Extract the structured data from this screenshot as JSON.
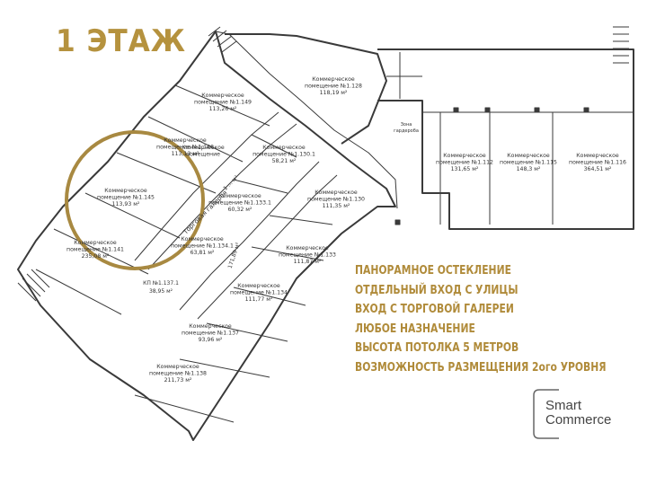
{
  "title": "1 ЭТАЖ",
  "rooms": [
    {
      "name": "Коммерческое",
      "number": "помещение №1.149",
      "area": "113,26 м²"
    },
    {
      "name": "Коммерческое",
      "number": "помещение №1.128",
      "area": "118,19 м²"
    },
    {
      "name": "Коммерческое",
      "number": "помещение №1.146",
      "area": "113,12 м²"
    },
    {
      "name": "Коммерческое",
      "number": "помещение",
      "area": ""
    },
    {
      "name": "Коммерческое",
      "number": "помещение №1.145",
      "area": "113,93 м²"
    },
    {
      "name": "Коммерческое",
      "number": "помещение №1.141",
      "area": "235,08 м²"
    },
    {
      "name": "Коммерческое",
      "number": "помещение №1.133.1",
      "area": "60,32 м²"
    },
    {
      "name": "Коммерческое",
      "number": "помещение №1.130.1",
      "area": "58,21 м²"
    },
    {
      "name": "Коммерческое",
      "number": "помещение №1.130",
      "area": "111,35 м²"
    },
    {
      "name": "Коммерческое",
      "number": "помещение №1.134.1",
      "area": "63,81 м²"
    },
    {
      "name": "Коммерческое",
      "number": "помещение №1.133",
      "area": "111,87 м²"
    },
    {
      "name": "Коммерческое",
      "number": "помещение №1.134",
      "area": "111,77 м²"
    },
    {
      "name": "Коммерческое",
      "number": "помещение №1.137",
      "area": "93,96 м²"
    },
    {
      "name": "Коммерческое",
      "number": "помещение №1.138",
      "area": "211,73 м²"
    },
    {
      "name": "Коммерческое",
      "number": "помещение №1.112",
      "area": "131,65 м²"
    },
    {
      "name": "Коммерческое",
      "number": "помещение №1.115",
      "area": "148,3 м²"
    },
    {
      "name": "Коммерческое",
      "number": "помещение №1.116",
      "area": "364,51 м²"
    }
  ],
  "kp": {
    "number": "КП №1.137.1",
    "area": "38,95 м²"
  },
  "gallery_label": "Торговая галерея",
  "gallery_area": "1 ... м²",
  "corridor_area": "171,89 м²",
  "zone_label": "Зона",
  "zone_label2": "гардероба",
  "features": [
    "ПАНОРАМНОЕ ОСТЕКЛЕНИЕ",
    "ОТДЕЛЬНЫЙ ВХОД С УЛИЦЫ",
    "ВХОД С ТОРГОВОЙ ГАЛЕРЕИ",
    "ЛЮБОЕ НАЗНАЧЕНИЕ",
    "ВЫСОТА ПОТОЛКА 5 МЕТРОВ",
    "ВОЗМОЖНОСТЬ РАЗМЕЩЕНИЯ 2ого УРОВНЯ"
  ],
  "brand": {
    "line1": "Smart",
    "line2": "Commerce"
  },
  "colors": {
    "accent": "#b08b3a",
    "wall": "#3a3a3a",
    "line": "#555555"
  }
}
